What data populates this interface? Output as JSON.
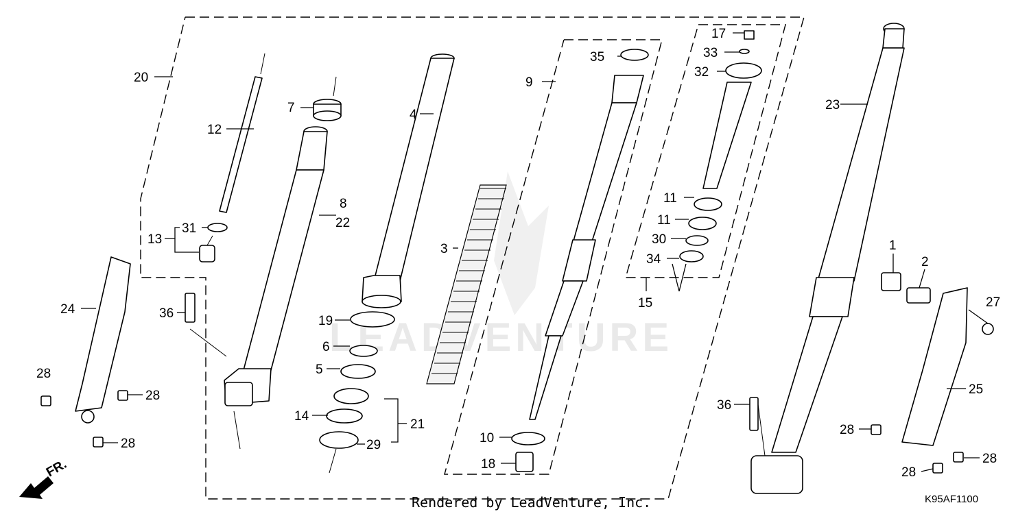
{
  "diagram": {
    "footer_text": "Rendered by LeadVenture, Inc.",
    "diagram_code": "K95AF1100",
    "direction_label": "FR.",
    "watermark_text": "LEADVENTURE",
    "callouts": {
      "n1": "1",
      "n2": "2",
      "n3": "3",
      "n4": "4",
      "n5": "5",
      "n6": "6",
      "n7": "7",
      "n8": "8",
      "n9": "9",
      "n10": "10",
      "n11a": "11",
      "n11b": "11",
      "n12": "12",
      "n13": "13",
      "n14": "14",
      "n15": "15",
      "n17": "17",
      "n18": "18",
      "n19": "19",
      "n20": "20",
      "n21": "21",
      "n22": "22",
      "n23": "23",
      "n24": "24",
      "n25": "25",
      "n27": "27",
      "n28a": "28",
      "n28b": "28",
      "n28c": "28",
      "n28d": "28",
      "n28e": "28",
      "n28f": "28",
      "n29": "29",
      "n30": "30",
      "n31": "31",
      "n32": "32",
      "n33": "33",
      "n34": "34",
      "n35": "35",
      "n36a": "36",
      "n36b": "36"
    },
    "colors": {
      "line": "#000000",
      "watermark": "#e9e9e9",
      "background": "#ffffff"
    }
  }
}
